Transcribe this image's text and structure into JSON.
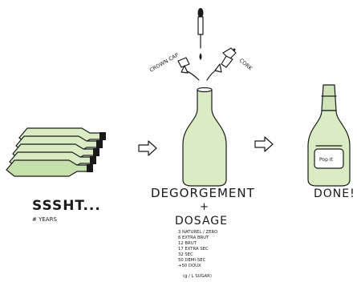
{
  "stages": {
    "aging": {
      "title": "SSSHT...",
      "subtitle": "# YEARS"
    },
    "disgorge": {
      "title": "DEGORGEMENT",
      "plus": "+",
      "title2": "DOSAGE",
      "crown_cap_label": "CROWN CAP",
      "cork_label": "CORK",
      "dosage_levels": [
        "3 NATUREL / ZERO",
        "6 EXTRA BRUT",
        "12 BRUT",
        "17 EXTRA SEC",
        "32 SEC",
        "50 DEMI-SEC",
        "+50 DOUX",
        "(g / L SUGAR)"
      ]
    },
    "done": {
      "title": "DONE!",
      "label_text": "Pop It"
    }
  },
  "colors": {
    "glass": "#d9ecc4",
    "ink": "#1a1a1a",
    "foil": "#cfe3b8"
  }
}
